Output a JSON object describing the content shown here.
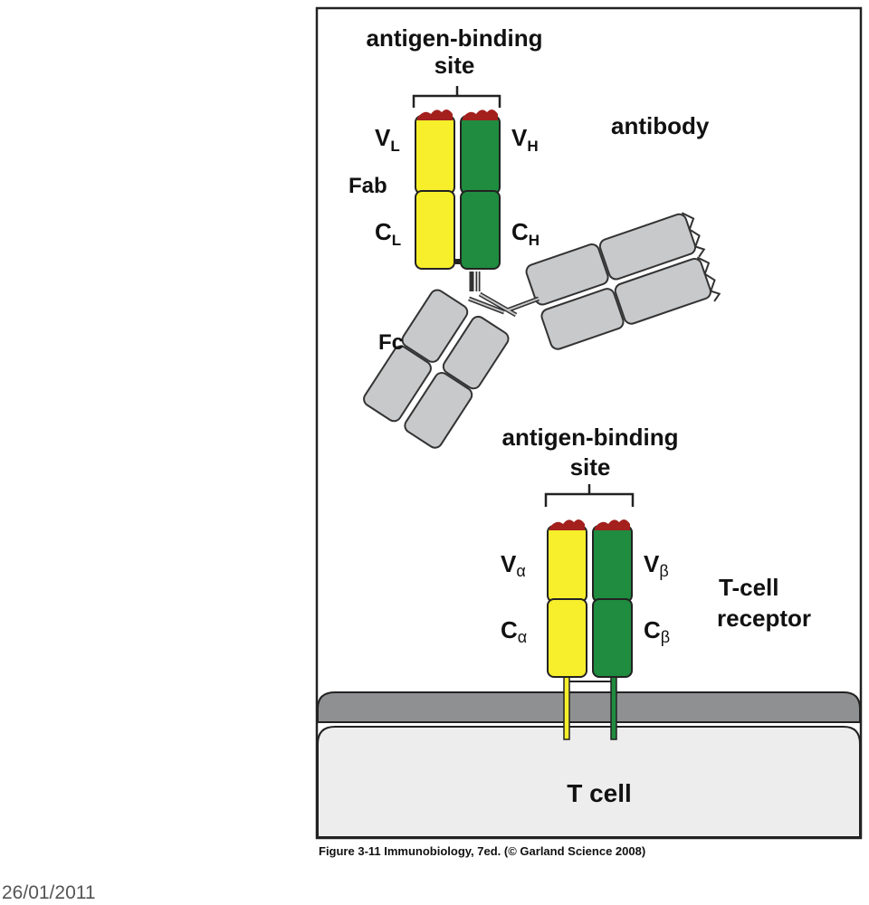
{
  "antibody": {
    "title": "antibody",
    "site_line1": "antigen-binding",
    "site_line2": "site",
    "vl": {
      "main": "V",
      "sub": "L"
    },
    "vh": {
      "main": "V",
      "sub": "H"
    },
    "cl": {
      "main": "C",
      "sub": "L"
    },
    "ch": {
      "main": "C",
      "sub": "H"
    },
    "fab": "Fab",
    "fc": "Fc"
  },
  "tcr": {
    "title_line1": "T-cell",
    "title_line2": "receptor",
    "site_line1": "antigen-binding",
    "site_line2": "site",
    "va": {
      "main": "V",
      "sub": "α"
    },
    "vb": {
      "main": "V",
      "sub": "β"
    },
    "ca": {
      "main": "C",
      "sub": "α"
    },
    "cb": {
      "main": "C",
      "sub": "β"
    }
  },
  "cell_label": "T cell",
  "caption": "Figure 3-11  Immunobiology, 7ed. (© Garland Science 2008)",
  "date": "26/01/2011",
  "colors": {
    "light_chain": "#f7ee2c",
    "heavy_chain": "#1f8c3f",
    "constant_grey": "#c8c9cb",
    "membrane": "#8f9092",
    "cell_fill": "#ededee",
    "binding_tip": "#a3201d"
  }
}
